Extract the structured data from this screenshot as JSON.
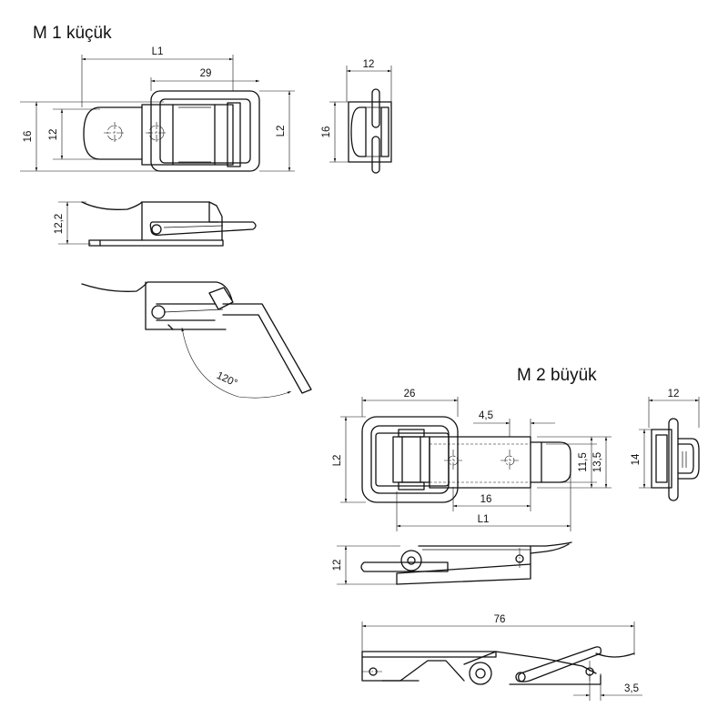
{
  "titles": {
    "m1": "M 1 küçük",
    "m2": "M 2 büyük"
  },
  "m1_dims": {
    "l1": "L1",
    "w29": "29",
    "h16": "16",
    "h12": "12",
    "l2": "L2",
    "side12": "12",
    "side16": "16",
    "h12_2": "12,2",
    "angle": "120°"
  },
  "m2_dims": {
    "w26": "26",
    "d4_5": "4,5",
    "l2": "L2",
    "h11_5": "11,5",
    "h13_5": "13,5",
    "d16": "16",
    "l1": "L1",
    "side12": "12",
    "side14": "14",
    "h12": "12",
    "d76": "76",
    "d3_5": "3,5"
  }
}
